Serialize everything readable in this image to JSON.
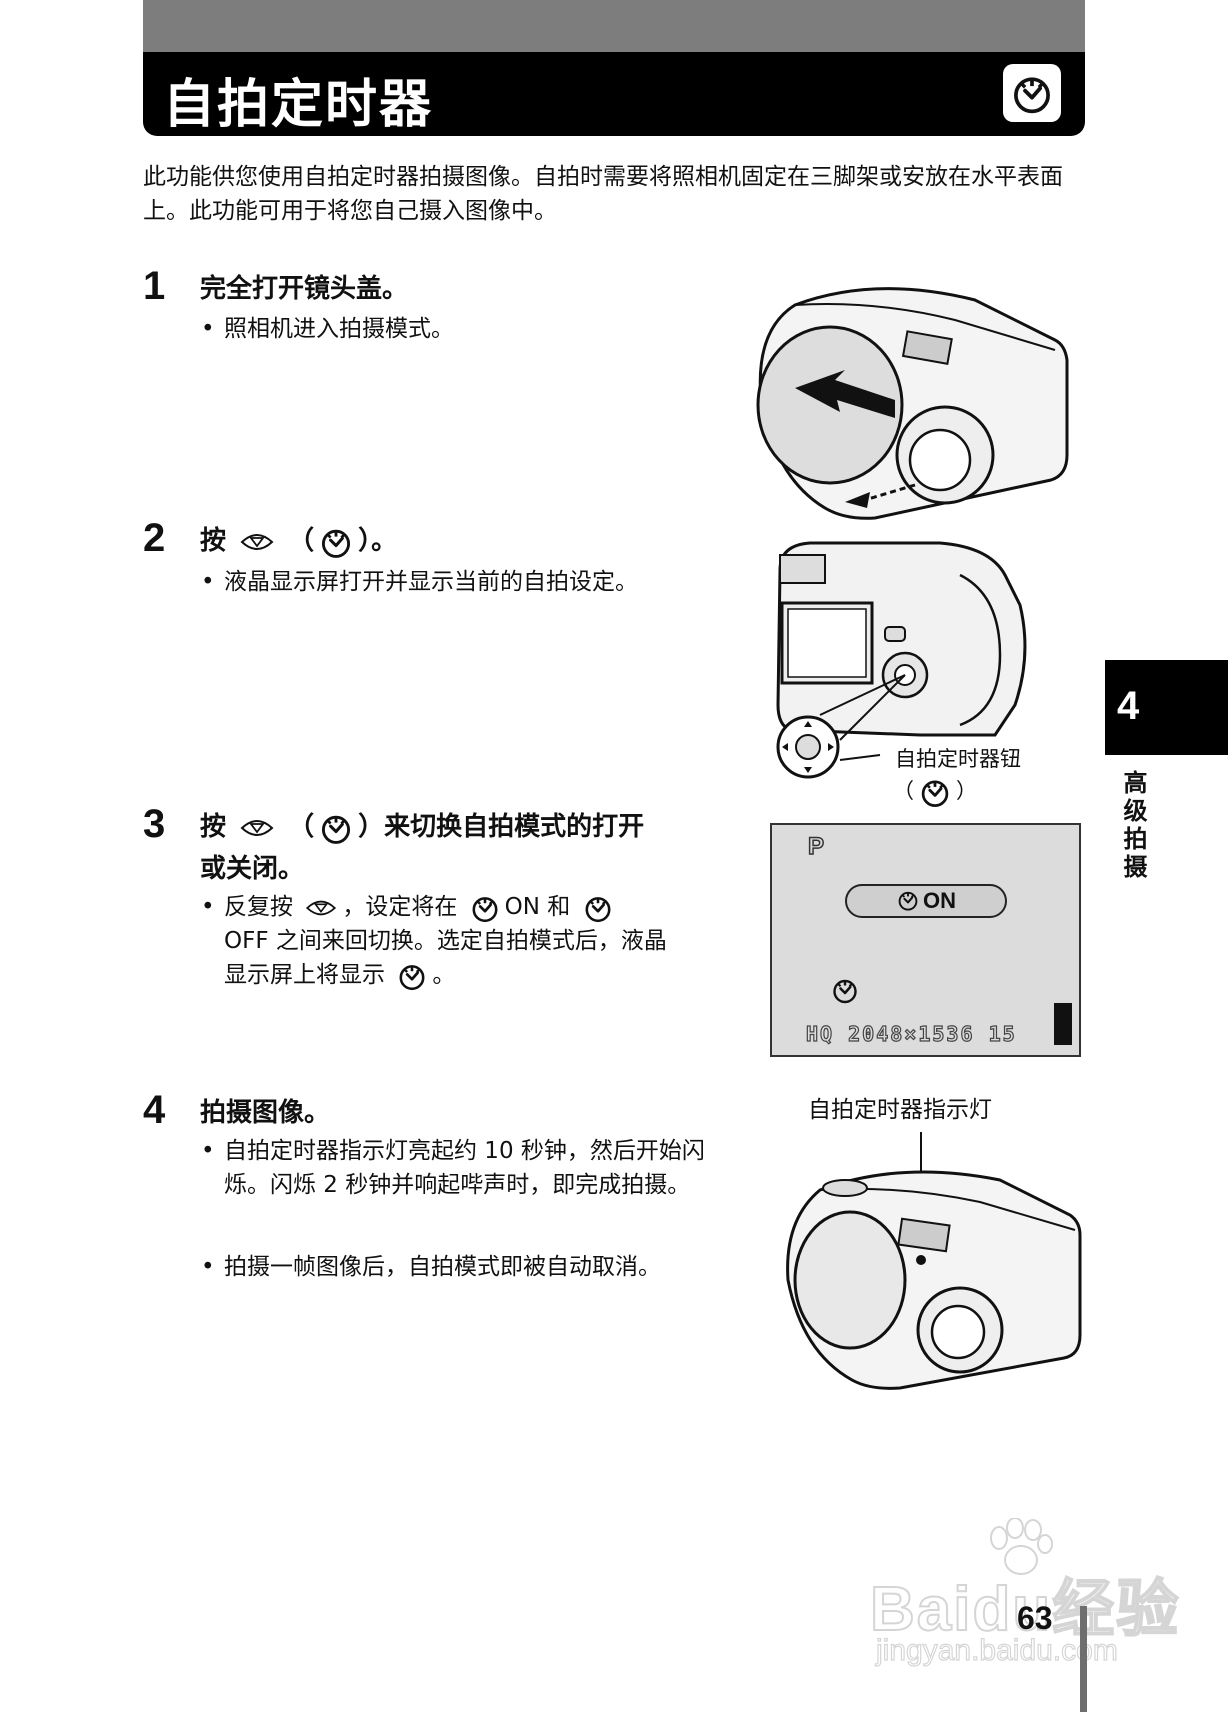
{
  "header": {
    "title": "自拍定时器",
    "icon": "self-timer-icon"
  },
  "intro": "此功能供您使用自拍定时器拍摄图像。自拍时需要将照相机固定在三脚架或安放在水平表面上。此功能可用于将您自己摄入图像中。",
  "steps": [
    {
      "number": "1",
      "heading": "完全打开镜头盖。",
      "bullets": [
        "照相机进入拍摄模式。"
      ]
    },
    {
      "number": "2",
      "heading_pre": "按",
      "heading_paren_open": "（",
      "heading_paren_close": "）。",
      "bullets": [
        "液晶显示屏打开并显示当前的自拍设定。"
      ]
    },
    {
      "number": "3",
      "heading_pre": "按",
      "heading_paren_open": "（",
      "heading_post": "）来切换自拍模式的打开",
      "heading_line2": "或关闭。",
      "bullet_parts": {
        "p1": "反复按",
        "p2": "，设定将在",
        "p3": "ON 和",
        "p4": "OFF 之间来回切换。选定自拍模式后，液晶",
        "p5": "显示屏上将显示",
        "p6": "。"
      }
    },
    {
      "number": "4",
      "heading": "拍摄图像。",
      "bullets": [
        "自拍定时器指示灯亮起约 10 秒钟，然后开始闪烁。闪烁 2 秒钟并响起哔声时，即完成拍摄。",
        "拍摄一帧图像后，自拍模式即被自动取消。"
      ]
    }
  ],
  "captions": {
    "button_label": "自拍定时器钮",
    "paren_open": "（",
    "paren_close": "）",
    "lamp_label": "自拍定时器指示灯"
  },
  "lcd": {
    "mode": "P",
    "timer_status": "ON",
    "quality": "HQ",
    "resolution": "2048×1536",
    "frames": "15"
  },
  "side_tab": {
    "chapter": "4",
    "label": "高级拍摄"
  },
  "page_number": "63",
  "watermark": {
    "main": "Baidu经验",
    "sub": "jingyan.baidu.com"
  }
}
